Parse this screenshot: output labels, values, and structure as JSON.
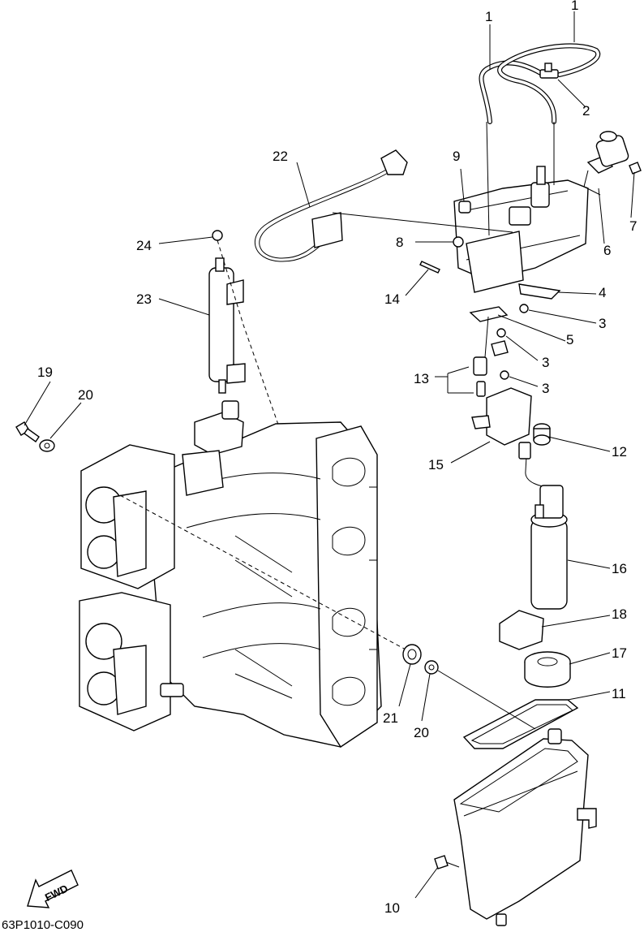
{
  "diagram": {
    "drawing_code": "63P1010-C090",
    "fwd_label": "FWD",
    "callouts": [
      {
        "id": "c1a",
        "label": "1"
      },
      {
        "id": "c1b",
        "label": "1"
      },
      {
        "id": "c2",
        "label": "2"
      },
      {
        "id": "c3a",
        "label": "3"
      },
      {
        "id": "c3b",
        "label": "3"
      },
      {
        "id": "c3c",
        "label": "3"
      },
      {
        "id": "c4",
        "label": "4"
      },
      {
        "id": "c5",
        "label": "5"
      },
      {
        "id": "c6",
        "label": "6"
      },
      {
        "id": "c7",
        "label": "7"
      },
      {
        "id": "c8",
        "label": "8"
      },
      {
        "id": "c9",
        "label": "9"
      },
      {
        "id": "c10",
        "label": "10"
      },
      {
        "id": "c11",
        "label": "11"
      },
      {
        "id": "c12",
        "label": "12"
      },
      {
        "id": "c13",
        "label": "13"
      },
      {
        "id": "c14",
        "label": "14"
      },
      {
        "id": "c15",
        "label": "15"
      },
      {
        "id": "c16",
        "label": "16"
      },
      {
        "id": "c17",
        "label": "17"
      },
      {
        "id": "c18",
        "label": "18"
      },
      {
        "id": "c19",
        "label": "19"
      },
      {
        "id": "c20a",
        "label": "20"
      },
      {
        "id": "c20b",
        "label": "20"
      },
      {
        "id": "c21",
        "label": "21"
      },
      {
        "id": "c22",
        "label": "22"
      },
      {
        "id": "c23",
        "label": "23"
      },
      {
        "id": "c24",
        "label": "24"
      }
    ]
  }
}
